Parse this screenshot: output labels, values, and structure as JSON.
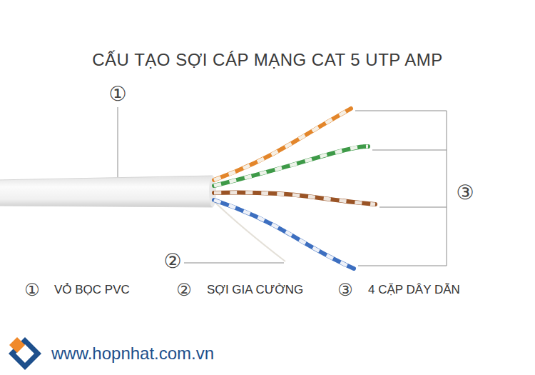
{
  "diagram": {
    "title": "CẤU TẠO SỢI CÁP MẠNG CAT 5 UTP AMP",
    "labels": [
      "①",
      "②",
      "③",
      "①",
      "VỎ BỌC PVC",
      "②",
      "SỢI GIA CƯỜNG",
      "③",
      "4 CẶP DÂY DẪN",
      "www.hopnhat.com.vn"
    ]
  }
}
